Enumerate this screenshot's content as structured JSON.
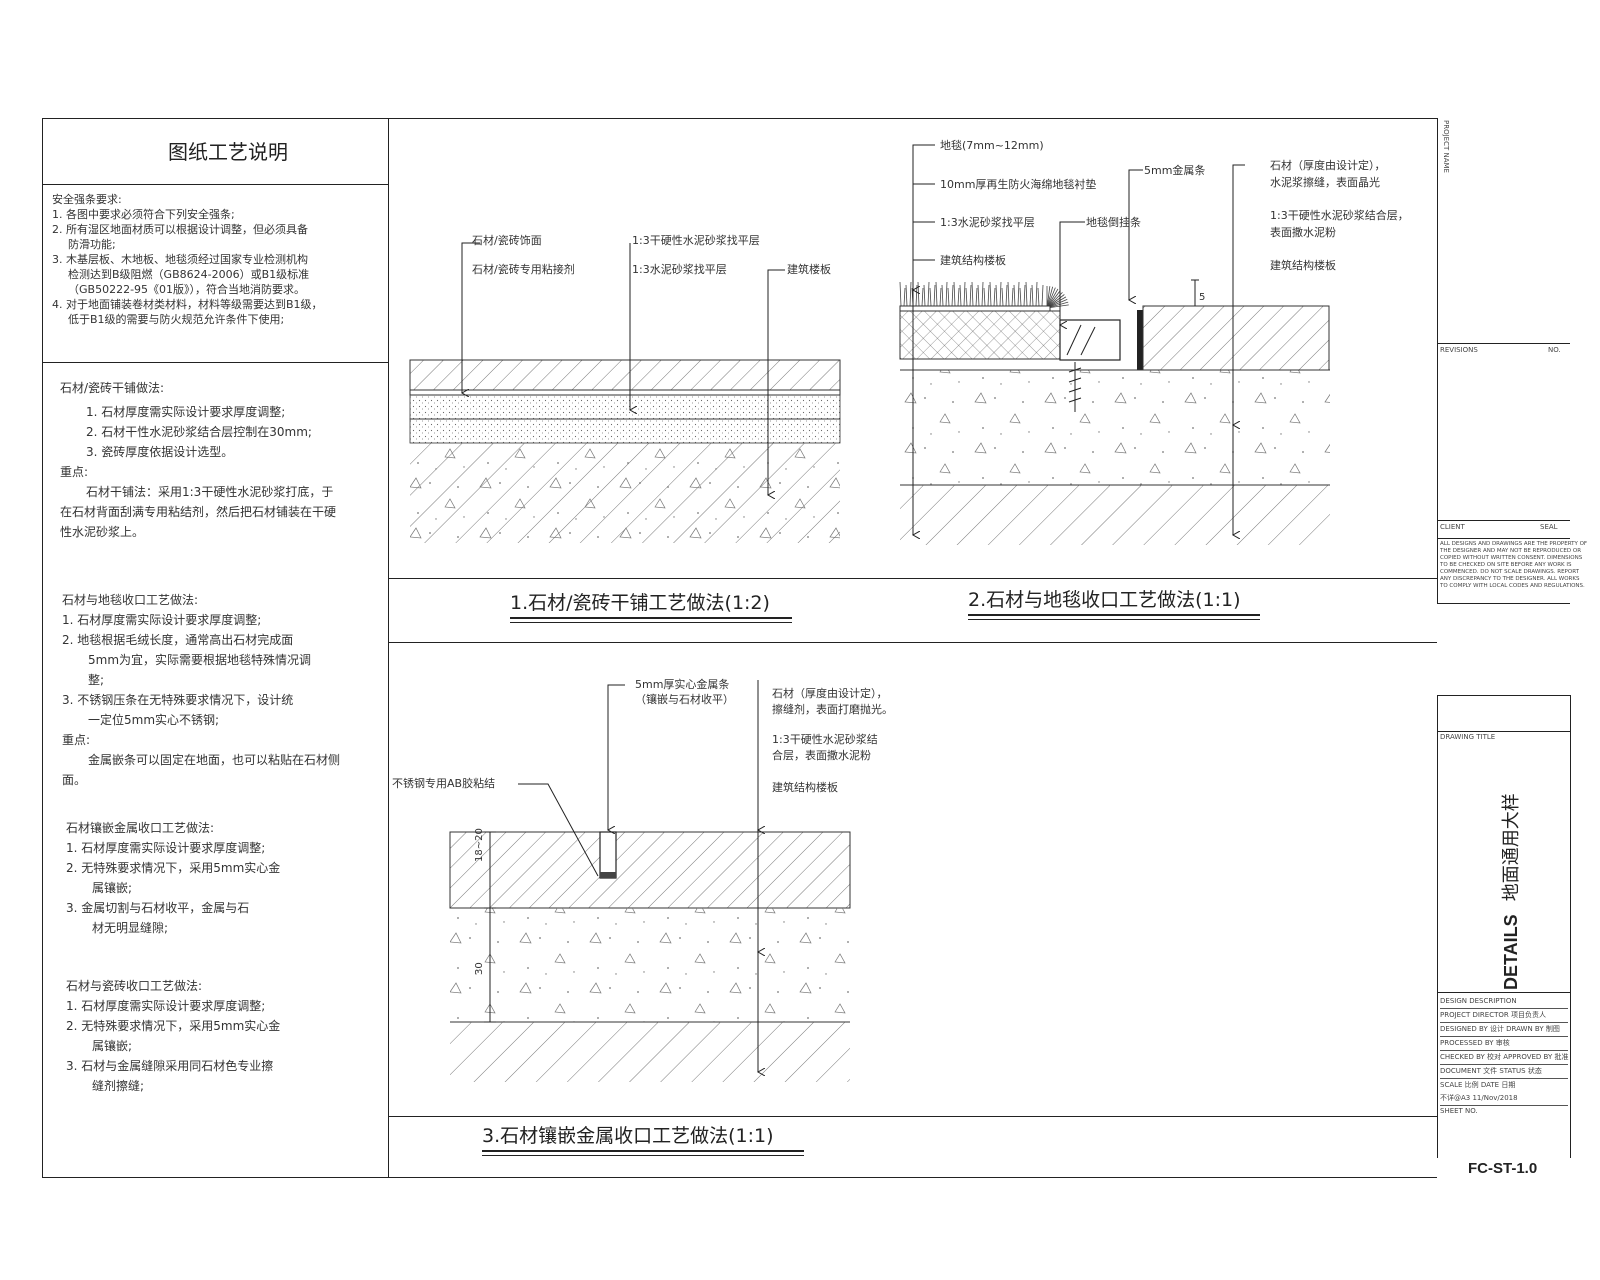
{
  "notes": {
    "title": "图纸工艺说明",
    "safety_heading": "安全强条要求:",
    "safety_items": [
      "1.  各图中要求必须符合下列安全强条;",
      "2.  所有湿区地面材质可以根据设计调整，但必须具备",
      "防滑功能;",
      "3.  木基层板、木地板、地毯须经过国家专业检测机构",
      "检测达到B级阻燃（GB8624-2006）或B1级标准",
      "（GB50222-95《01版》），符合当地消防要求。",
      "4.  对于地面铺装卷材类材料，材料等级需要达到B1级，",
      "低于B1级的需要与防火规范允许条件下使用;"
    ],
    "s1_heading": "石材/瓷砖干铺做法:",
    "s1_items": [
      "1.  石材厚度需实际设计要求厚度调整;",
      "2.  石材干性水泥砂浆结合层控制在30mm;",
      "3.  瓷砖厚度依据设计选型。"
    ],
    "s1_key": "重点:",
    "s1_key_text": [
      "石材干铺法：采用1:3干硬性水泥砂浆打底，于",
      "在石材背面刮满专用粘结剂，然后把石材铺装在干硬",
      "性水泥砂浆上。"
    ],
    "s2_heading": "石材与地毯收口工艺做法:",
    "s2_items": [
      "1.  石材厚度需实际设计要求厚度调整;",
      "2.  地毯根据毛绒长度，通常高出石材完成面",
      "5mm为宜，实际需要根据地毯特殊情况调",
      "整;",
      "3.  不锈钢压条在无特殊要求情况下，设计统",
      "一定位5mm实心不锈钢;"
    ],
    "s2_key": "重点:",
    "s2_key_text": [
      "金属嵌条可以固定在地面，也可以粘贴在石材侧",
      "面。"
    ],
    "s3_heading": "石材镶嵌金属收口工艺做法:",
    "s3_items": [
      "1.  石材厚度需实际设计要求厚度调整;",
      "2.  无特殊要求情况下，采用5mm实心金",
      "属镶嵌;",
      "3.  金属切割与石材收平，金属与石",
      "材无明显缝隙;"
    ],
    "s4_heading": "石材与瓷砖收口工艺做法:",
    "s4_items": [
      "1.  石材厚度需实际设计要求厚度调整;",
      "2.  无特殊要求情况下，采用5mm实心金",
      "属镶嵌;",
      "3.  石材与金属缝隙采用同石材色专业擦",
      "缝剂擦缝;"
    ]
  },
  "detail1": {
    "title": "1.石材/瓷砖干铺工艺做法(1:2)",
    "labels": [
      "石材/瓷砖饰面",
      "石材/瓷砖专用粘接剂",
      "1:3干硬性水泥砂浆找平层",
      "1:3水泥砂浆找平层",
      "建筑楼板"
    ]
  },
  "detail2": {
    "title": "2.石材与地毯收口工艺做法(1:1)",
    "labels_left": [
      "地毯(7mm~12mm)",
      "10mm厚再生防火海绵地毯衬垫",
      "1:3水泥砂浆找平层",
      "建筑结构楼板"
    ],
    "label_gripper": "地毯倒挂条",
    "label_strip": "5mm金属条",
    "labels_right": [
      "石材（厚度由设计定），",
      "水泥浆擦缝，表面晶光",
      "1:3干硬性水泥砂浆结合层，",
      "表面撒水泥粉",
      "建筑结构楼板"
    ],
    "dim": "5"
  },
  "detail3": {
    "title": "3.石材镶嵌金属收口工艺做法(1:1)",
    "label_strip": [
      "5mm厚实心金属条",
      "（镶嵌与石材收平）"
    ],
    "label_glue": "不锈钢专用AB胶粘结",
    "labels_right": [
      "石材（厚度由设计定），",
      "擦缝剂，表面打磨抛光。",
      "1:3干硬性水泥砂浆结",
      "合层，表面撒水泥粉",
      "建筑结构楼板"
    ],
    "dim_top": "18~20",
    "dim_bottom": "30"
  },
  "titleblock": {
    "project_name": "PROJECT NAME",
    "revisions": "REVISIONS",
    "rev_no": "NO.",
    "client": "CLIENT",
    "consultant": "SEAL",
    "disclaimer": [
      "ALL DESIGNS AND DRAWINGS ARE THE PROPERTY OF",
      "THE DESIGNER AND MAY NOT BE REPRODUCED OR",
      "COPIED WITHOUT WRITTEN CONSENT. DIMENSIONS",
      "TO BE CHECKED ON SITE BEFORE ANY WORK IS",
      "COMMENCED. DO NOT SCALE DRAWINGS. REPORT",
      "ANY DISCREPANCY TO THE DESIGNER. ALL WORKS",
      "TO COMPLY WITH LOCAL CODES AND REGULATIONS."
    ],
    "drawing_title_label": "DRAWING TITLE",
    "drawing_title_main": "DETAILS",
    "drawing_title_cn": "地面通用大样",
    "rows": [
      "DESIGN DESCRIPTION",
      "PROJECT DIRECTOR  项目负责人",
      "DESIGNED BY  设计    DRAWN BY  制图",
      "PROCESSED BY  审核",
      "CHECKED BY  校对    APPROVED BY  批准",
      "DOCUMENT  文件     STATUS  状态",
      "SCALE  比例          DATE  日期",
      "不详@A3            11/Nov/2018",
      "SHEET NO."
    ],
    "sheet_no": "FC-ST-1.0"
  }
}
